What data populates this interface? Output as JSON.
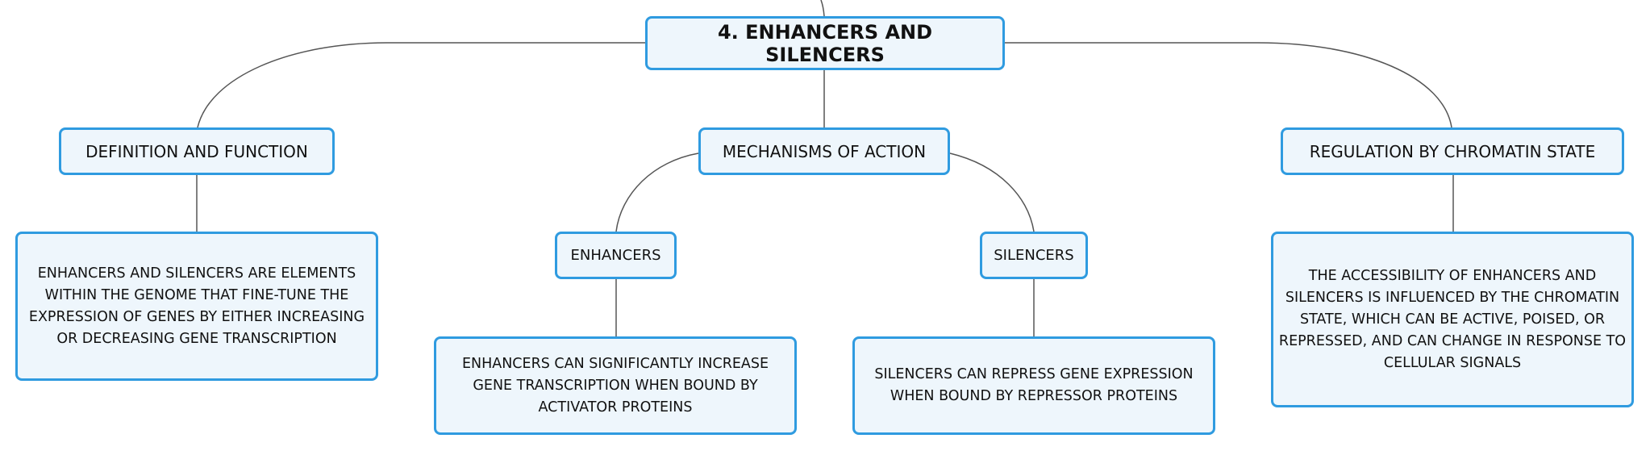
{
  "colors": {
    "node_border": "#2f9be0",
    "node_fill": "#eef6fc",
    "connector": "#555555",
    "text": "#111111"
  },
  "root": {
    "label": "4. ENHANCERS AND SILENCERS"
  },
  "branches": {
    "definition": {
      "label": "DEFINITION AND FUNCTION",
      "detail": "ENHANCERS AND SILENCERS ARE ELEMENTS WITHIN THE GENOME THAT FINE-TUNE THE EXPRESSION OF GENES BY EITHER INCREASING OR DECREASING GENE TRANSCRIPTION"
    },
    "mechanisms": {
      "label": "MECHANISMS OF ACTION",
      "enhancers": {
        "label": "ENHANCERS",
        "detail": "ENHANCERS CAN SIGNIFICANTLY INCREASE GENE TRANSCRIPTION WHEN BOUND BY ACTIVATOR PROTEINS"
      },
      "silencers": {
        "label": "SILENCERS",
        "detail": "SILENCERS CAN REPRESS GENE EXPRESSION WHEN BOUND BY REPRESSOR PROTEINS"
      }
    },
    "regulation": {
      "label": "REGULATION BY CHROMATIN STATE",
      "detail": "THE ACCESSIBILITY OF ENHANCERS AND SILENCERS IS INFLUENCED BY THE CHROMATIN STATE, WHICH CAN BE ACTIVE, POISED, OR REPRESSED, AND CAN CHANGE IN RESPONSE TO CELLULAR SIGNALS"
    }
  }
}
